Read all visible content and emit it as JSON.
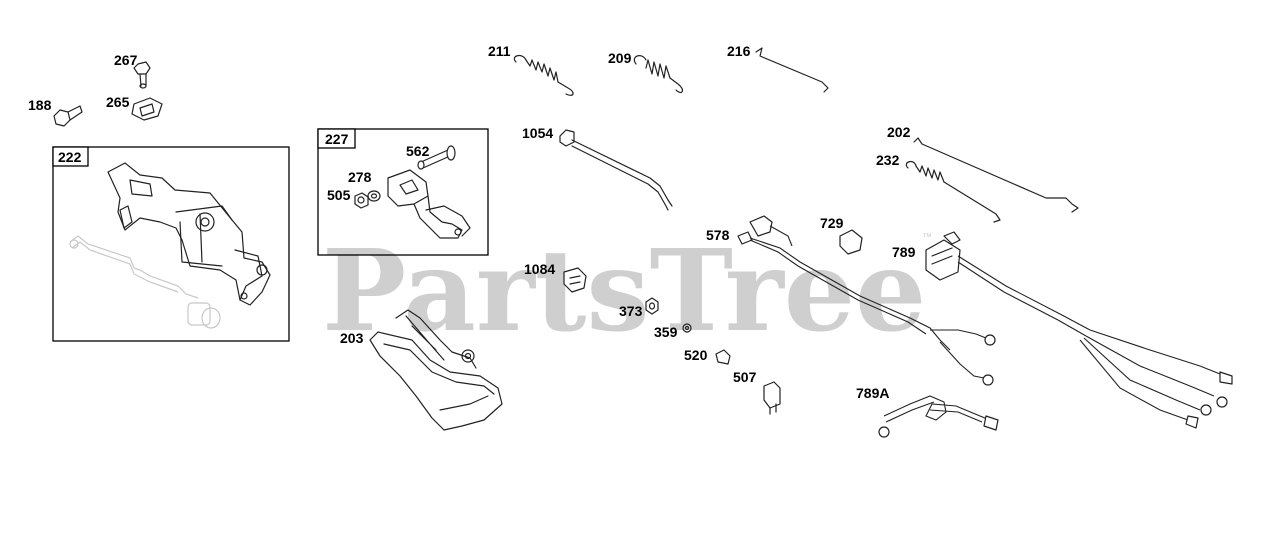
{
  "watermark": {
    "text": "PartsTree",
    "trademark": "™"
  },
  "boxes": [
    {
      "id": "222",
      "label": "222"
    },
    {
      "id": "227",
      "label": "227"
    }
  ],
  "callouts": {
    "p188": "188",
    "p267": "267",
    "p265": "265",
    "p562": "562",
    "p278": "278",
    "p505": "505",
    "p211": "211",
    "p209": "209",
    "p216": "216",
    "p1054": "1054",
    "p202": "202",
    "p232": "232",
    "p203": "203",
    "p1084": "1084",
    "p373": "373",
    "p359": "359",
    "p520": "520",
    "p507": "507",
    "p578": "578",
    "p729": "729",
    "p789": "789",
    "p789A": "789A"
  }
}
